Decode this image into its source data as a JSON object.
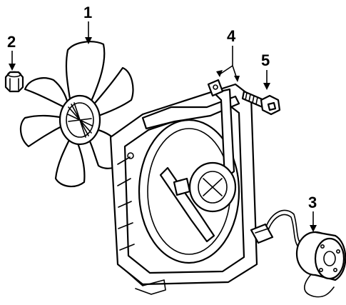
{
  "diagram": {
    "callouts": [
      {
        "label": "1",
        "part": "fan-blade"
      },
      {
        "label": "2",
        "part": "fan-nut"
      },
      {
        "label": "3",
        "part": "fan-motor"
      },
      {
        "label": "4",
        "part": "fan-shroud"
      },
      {
        "label": "5",
        "part": "shroud-bolt"
      }
    ]
  }
}
